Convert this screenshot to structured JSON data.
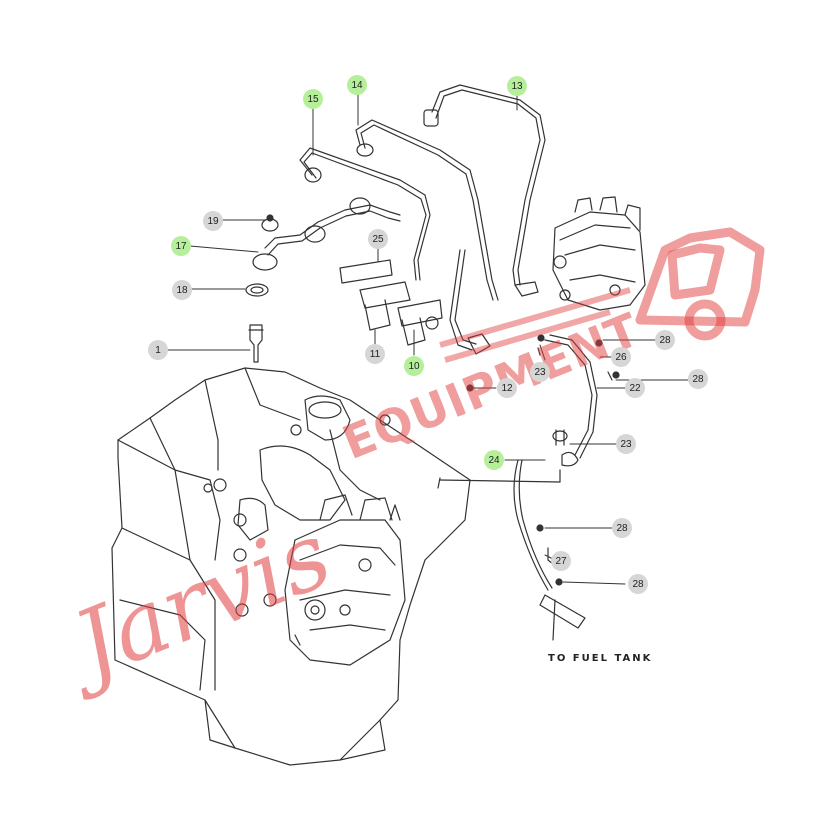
{
  "callouts": {
    "c1": "1",
    "c10": "10",
    "c11": "11",
    "c12": "12",
    "c13": "13",
    "c14": "14",
    "c15": "15",
    "c17": "17",
    "c18": "18",
    "c19": "19",
    "c22": "22",
    "c23a": "23",
    "c23b": "23",
    "c24": "24",
    "c25": "25",
    "c26": "26",
    "c27": "27",
    "c28a": "28",
    "c28b": "28",
    "c28c": "28",
    "c28d": "28"
  },
  "note": "TO FUEL TANK",
  "watermark": {
    "word1": "Jarvis",
    "word2": "EQUIPMENT"
  },
  "colors": {
    "grey_callout": "#d6d6d6",
    "green_callout": "#b6ef9a",
    "watermark": "#e23c3c",
    "line": "#333333"
  }
}
